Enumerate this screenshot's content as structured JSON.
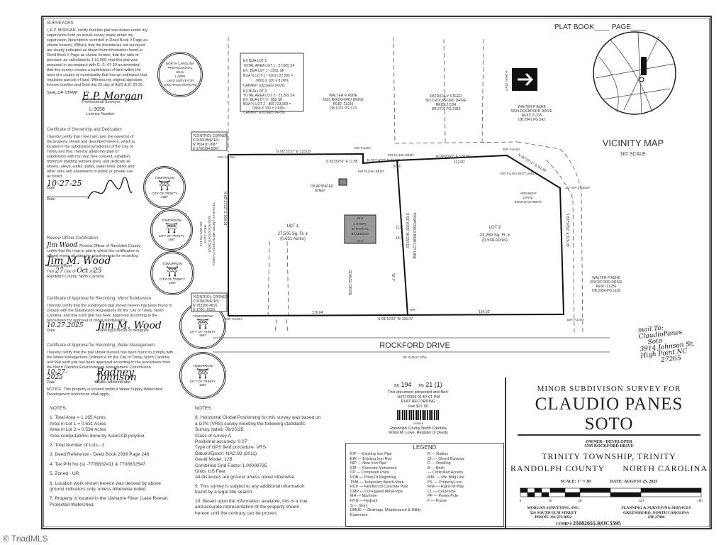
{
  "header": {
    "plat_book_label": "PLAT BOOK____ PAGE____"
  },
  "surveyor_cert": {
    "heading": "SURVEYORS",
    "body": "I, E.P. MORGAN, certify that this plat was drawn under my supervision from an actual survey made under my supervision (description recorded in Deed Book # Page as shown hereon) (Other); that the boundaries not surveyed are clearly indicated as drawn from information found in Deed Book # Page as shown hereon; that the ratio of precision as calculated is 1:10,000; that this plat was prepared in accordance with G. S. 47-30 as amended; that this survey creates a subdivision of land within the area of a county or municipality that has an ordinance that regulates parcels of land. Witness my original signature, license number and Seal this 25 day of AUG A.D. 20 25",
    "seal_label": "SEAL OR STAMP",
    "signature": "E.P. Morgan",
    "role": "Professional Surveyor",
    "license": "L-3058",
    "license_label": "License Number",
    "seal": {
      "top": "NORTH CAROLINA",
      "mid": "PROFESSIONAL",
      "seal": "SEAL",
      "num": "L-3058",
      "sub": "LAND SURVEYOR",
      "bottom": "ERIC PAUL MORGAN"
    }
  },
  "ownership_cert": {
    "heading": "Certificate of Ownership and Dedication",
    "body": "I hereby certify that I (we) am (are) the owner(s) of the property shown and described hereon, which is located in the subdivision jurisdiction of the City of Trinity and that I hereby adopt this plan of subdivision with my (our) free consent, establish minimum building setback lines, and dedicate all streets, alleys, walks, parks, water lines, parks and other sites and easements to public or private use as noted.",
    "date": "10-27-25",
    "date_label": "Date",
    "date_label2": "Date"
  },
  "review_cert": {
    "heading": "Review Officer Certification",
    "name": "Jim Wood",
    "body": ", Review Officer of Randolph County, certify that the map or plat to which this certification is affixed meets all statutory requirements for recording.",
    "signature": "Jim M. Wood",
    "role": "Review Officer",
    "day": "27",
    "month": "Oct",
    "year": "25",
    "this_label": "This",
    "day_of_label": "Day of",
    "county": "Randolph County, North Carolina"
  },
  "minor_sub_cert": {
    "heading": "Certificate of Approval for Recording, Minor Subdivision",
    "body": "I hereby certify that the subdivision plat shown hereon has been found to comply with the Subdivision Regulations for the City of Trinity, North Carolina, and that such plat has been approved according to the procedures for approval of minor subdivisions.",
    "date": "10.27.2025",
    "date_label": "Date",
    "signature": "Jim M. Wood",
    "role": "Planning Director or designee"
  },
  "water_cert": {
    "heading": "Certificate of Approval for Recording, Water Management",
    "body": "I hereby certify that the plat shown hereon has been found to comply with the Water Management Ordinance for the City of Trinity, North Carolina, and that such plat has been approved according to the procedures from the North Carolina Environmental Management Commission.",
    "date": "10-27-2025",
    "date_label": "Date",
    "signature": "Rodney Johnson",
    "role": "Water Administrator",
    "notice": "NOTICE: This property is located within a Water Supply Watershed. Development restrictions shall apply."
  },
  "city_seal": {
    "top": "TOMORROW",
    "name": "CITY OF TRINITY",
    "year": "1997"
  },
  "plat": {
    "bua_box": {
      "lot1": [
        "EX BUA LOT 1",
        "TOTAL AREA LOT 1 - 27,505 SF",
        "EX. BUA LOT 1 - 2201 SF",
        "BUA % LOT 1 - 2201 / 27,505 =",
        ".0800 X 100 = 8.00%",
        "CANNOT EXCEED 24.0%"
      ],
      "lot2": [
        "EX BUA LOT 2",
        "TOTAL AREA LOT 2 - 23,269 SF",
        "EX. BUA LOT 2 - 859 SF",
        "BUA % LOT 2 - 859 / 23,269 =",
        ".0369 X 100 = 3.69%",
        "CANNOT EXCEED 24.0%"
      ]
    },
    "neighbors": [
      [
        "WALTER P ASHE",
        "5623 ROCKFORD DRIVE",
        "REID: 21233",
        "DB 1071 PG 173"
      ],
      [
        "PATRICIA Y STEED",
        "5617 ROCKFORD DRIVE",
        "REID: 21234",
        "DB 2719 PG 2363"
      ],
      [
        "WALTER P ASHE",
        "5619 ROCKFORD DRIVE",
        "REID: 21235",
        "DB 2941 PG 543"
      ],
      [
        "WALTER P ASHE",
        "ROCKFORD DRIVE",
        "REID: 21236",
        "DB 2954 PG 1118"
      ],
      [
        "ST MARYS UNITED METHODIST CHURCH",
        "5525 ROCKFORD DRIVE",
        "REID: 21275",
        "DB 1071 PG 173"
      ]
    ],
    "control_corner_1": [
      "*CONTROL CORNER",
      "COORDINATES:",
      "N:783410.2687",
      "E:1706194.5047"
    ],
    "control_corner_2": [
      "*CONTROL CORNER",
      "COORDINATES:",
      "N:783356.4816",
      "E:1706...6523"
    ],
    "grid_north": "GRID NORTH",
    "bearings": {
      "top": "N 09°15'37\" E  133.09'",
      "jog": "S 81°09'56\" E  11.85'",
      "top2": "N 05°14'27\" E  31.99'",
      "seg": "8.66'",
      "top3": "N 09°20'22\" E  120.66'",
      "top3b": "112.00'",
      "diag": "N 45°29'12\" E  50.39'",
      "right": "S 83°59'50\" E  126.05'",
      "left": "N 82°23'22\" E  158.91'",
      "mid": "S 83°26'05\" W  150.19'",
      "proposed": "PROPOSED NEW LOT LINE",
      "bottom": "S 09°12'32\" W  330.07'",
      "bottom_left": "176.04'",
      "bottom_right": "154.03'",
      "d1": "11.0'",
      "d2": "15.4'",
      "d3": "72.7'"
    },
    "markers": {
      "eir_flush": "EIR FLUSH",
      "eir_bent": "EIR FLUSH BENT",
      "eir_not_used": "EIR FLUSH (NOT USED)",
      "nir": "NIR",
      "eip": "1/2\" EIP 2\" DEEP"
    },
    "shed": [
      "DILAPIDATED",
      "SHED"
    ],
    "house": [
      "46.0'",
      "1 STORY",
      "w/ PARTIAL",
      "BASEMENT",
      "46.0'"
    ],
    "gravel_drive": "GRAVEL DRIVE",
    "encroachment": [
      "APPARENT",
      "DRIVE",
      "ENCROACHMENT"
    ],
    "lot1": {
      "label": "LOT 1",
      "sqft": "27,505 Sq. Ft. ±",
      "acres": "(0.631 Acres)"
    },
    "lot2": {
      "label": "LOT 2",
      "sqft": "23,269 Sq. Ft. ±",
      "acres": "(0.534 Acres)"
    },
    "road": "ROCKFORD DRIVE",
    "road_row": "60' PUBLIC R/W"
  },
  "vicinity": {
    "title": "VICINITY MAP",
    "scale": "NO SCALE"
  },
  "handwritten_note": [
    "mail To:",
    "ClaudioPanes",
    "Soto",
    "3914 Johnson St.",
    "High Point NC",
    "27265"
  ],
  "recording": {
    "bk_label": "BK",
    "bk": "194",
    "pg_label": "PG",
    "pg": "21 (1)",
    "lines": [
      "This document presented and filed:",
      "10/27/2025 01:57:01 PM",
      "PLAT RECORDING",
      "Fee $21.00"
    ],
    "barcode_num": "2025015",
    "county": "Randolph County North Carolina",
    "register": "Krista M. Lowe, Register of Deeds"
  },
  "legend": {
    "title": "LEGEND",
    "left": [
      "EIP — Existing Iron Pipe",
      "EIR — Existing Iron Rod",
      "NIP — New Iron Pipe",
      "CM — Concrete Monument",
      "CP — Computed Point",
      "POB — Point Of Beginning",
      "TBM — Temporary Bench Mark",
      "RCP — Reinforced Concrete Pipe",
      "CMP — Corrugated Metal Pipe",
      "MH — Manhole",
      "HYD — Hydrant",
      "S — Story",
      "DMUE — Drainage, Maintenance & Utility Easement"
    ],
    "right": [
      "R — Radius",
      "Ch — Chord Distance",
      "D — Dwelling",
      "B — Brick",
      "— Controlled Access",
      "MBL — Min Bldg Line",
      "P/L — Property Line",
      "R/W — Right-Of-Way",
      "CL — Centerline",
      "PP — Power Pole",
      "F — Frame"
    ]
  },
  "notes_left": {
    "heading": "NOTES",
    "items": [
      "1. Total Area = 1.165 Acres\n   Area in Lot 1 = 0.631 Acres\n   Area in Lot 2 = 0.534 Acres\n   Area computations done by AutoCAD polyline.",
      "2. Total Number of Lots - 2",
      "3. Deed Reference - Deed Book 2939 Page 246",
      "4. Tax PIN No.(s) -7708632411 & 7708632547",
      "5. Zoned - UR",
      "6. Location work shown hereon was derived by above\n   ground indicators only, unless otherwise noted.",
      "7. Property is located in the Uwharrie River (Lake Reese)\n   Protected Watershed."
    ]
  },
  "notes_right": {
    "heading": "NOTES",
    "items": [
      "8. Horizontal Global Positioning for this survey was based on\n   a GPS (VRS) survey meeting the following standards:\n      Survey dated: 08/25/25.\n      Class of survey A\n      Positional accuracy: 0.07'\n      Type of GPS field procedure: VRS\n      Datum/Epoch: NAD 83 (2011)\n      Geoid Model: 12B\n      Combined Grid Factor 1.00009735\n      Units: US Feet\n      All distances are ground unless noted otherwise.",
      "9. This survey is subject to any additional information\n   found by a legal title search.",
      "10. Based upon the information available, this is a true\n    and accurate representation of the property shown\n    hereon until the contrary can be proven."
    ]
  },
  "title_block": {
    "line1": "MINOR SUBDIVISON SURVEY FOR",
    "owner_name": "CLAUDIO PANES SOTO",
    "role": "OWNER - DEVELOPER",
    "address": "5595 ROCKFORD DRIVE",
    "township": "TRINITY TOWNSHIP, TRINITY",
    "county": "RANDOLPH COUNTY",
    "state": "NORTH CAROLINA",
    "scale": "SCALE:  1\" = 30'",
    "date": "DATE:  AUGUST 25, 2025",
    "scale_ticks": [
      "0",
      "30",
      "60",
      "120",
      "180"
    ],
    "company": "MORGAN SURVEYING, INC.",
    "street": "524 SOUTH ELM STREET",
    "phone": "PHONE 336-272-8922",
    "services": "PLANNING & SURVEYING SERVICES",
    "city": "GREENSBORO, NORTH CAROLINA",
    "zip": "ZIP 27406",
    "comp_label": "COMP #",
    "comp": "25082655.ROC5595"
  },
  "footer": {
    "watermark": "© TriadMLS"
  }
}
